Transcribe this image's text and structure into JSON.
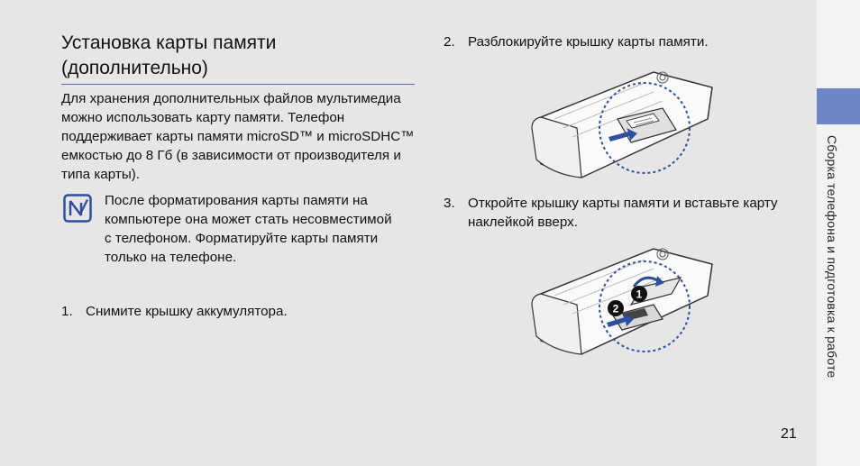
{
  "side_tab": {
    "label": "Сборка телефона и подготовка к работе",
    "accent": "#6e86c8"
  },
  "title": "Установка карты памяти (дополнительно)",
  "intro": "Для хранения дополнительных файлов мультимедиа можно использовать карту памяти. Телефон поддерживает карты памяти microSD™ и microSDHC™ емкостью до 8 Гб (в зависимости от производителя и типа карты).",
  "note": {
    "icon": "note-pencil-icon",
    "text": "После форматирования карты памяти на компьютере она может стать несовместимой с телефоном. Форматируйте карты памяти только на телефоне."
  },
  "steps": [
    {
      "num": "1.",
      "text": "Снимите крышку аккумулятора."
    },
    {
      "num": "2.",
      "text": "Разблокируйте крышку карты памяти."
    },
    {
      "num": "3.",
      "text": "Откройте крышку карты памяти и вставьте карту наклейкой вверх."
    }
  ],
  "illustrations": {
    "callout_1": "1",
    "callout_2": "2"
  },
  "page_number": "21"
}
